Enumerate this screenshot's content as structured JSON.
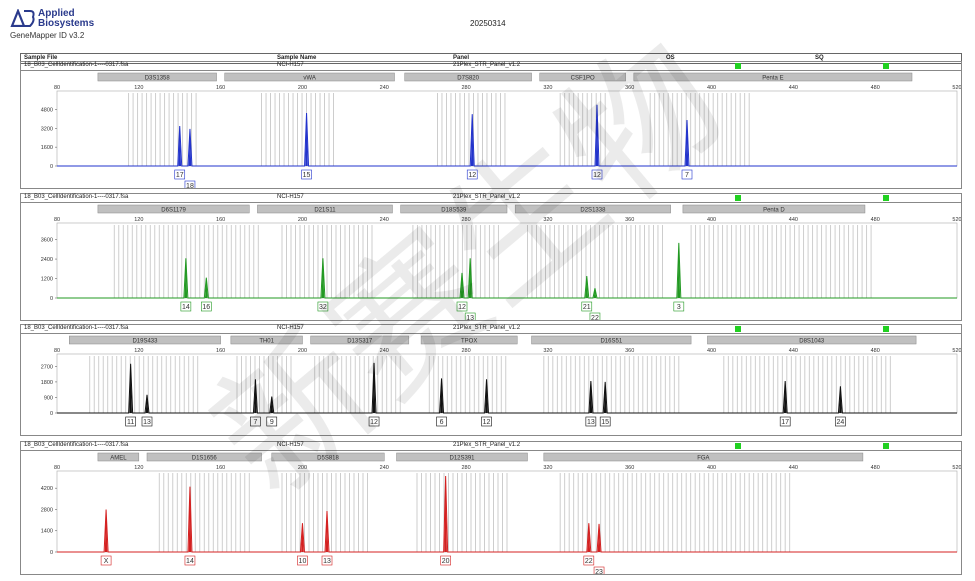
{
  "header": {
    "brand_line1": "Applied",
    "brand_line2": "Biosystems",
    "subtitle": "GeneMapper ID v3.2",
    "date": "20250314"
  },
  "table_header": {
    "col_sample_file": "Sample File",
    "col_sample_name": "Sample Name",
    "col_panel": "Panel",
    "col_os": "OS",
    "col_sq": "SQ"
  },
  "watermark": "新赛生物",
  "colors": {
    "blue": "#2233cc",
    "green": "#229922",
    "black": "#111111",
    "red": "#d42020",
    "quality_box": "#21d021",
    "bin": "#c8c8c8",
    "locus_bar": "#c0c0c0"
  },
  "chart_data": [
    {
      "type": "line",
      "name": "",
      "sample_file": "18_B03_CellIdentification-1----0317.fsa",
      "sample_name": "NCI-H157",
      "panel": "21Plex_STR_Panel_v1.2",
      "dye_color": "#2233cc",
      "x_range": [
        80,
        520
      ],
      "x_ticks": [
        80,
        120,
        160,
        200,
        240,
        280,
        320,
        360,
        400,
        440,
        480,
        520
      ],
      "y_range": [
        0,
        6200
      ],
      "y_ticks": [
        0,
        1600,
        3200,
        4800
      ],
      "loci": [
        {
          "name": "D3S1358",
          "start": 100,
          "end": 158
        },
        {
          "name": "vWA",
          "start": 162,
          "end": 245
        },
        {
          "name": "D7S820",
          "start": 250,
          "end": 312
        },
        {
          "name": "CSF1PO",
          "start": 316,
          "end": 358
        },
        {
          "name": "Penta E",
          "start": 362,
          "end": 498
        }
      ],
      "peaks": [
        {
          "x": 140,
          "h": 3400,
          "label": "17"
        },
        {
          "x": 145,
          "h": 3150,
          "label": "18"
        },
        {
          "x": 202,
          "h": 4500,
          "label": "15"
        },
        {
          "x": 283,
          "h": 4400,
          "label": "12"
        },
        {
          "x": 344,
          "h": 5200,
          "label": "12"
        },
        {
          "x": 388,
          "h": 3900,
          "label": "7"
        }
      ],
      "bins": [
        [
          115,
          150
        ],
        [
          180,
          216
        ],
        [
          266,
          300
        ],
        [
          326,
          348
        ],
        [
          370,
          420
        ]
      ]
    },
    {
      "type": "line",
      "name": "",
      "sample_file": "18_B03_CellIdentification-1----0317.fsa",
      "sample_name": "NCI-H157",
      "panel": "21Plex_STR_Panel_v1.2",
      "dye_color": "#229922",
      "x_range": [
        80,
        520
      ],
      "x_ticks": [
        80,
        120,
        160,
        200,
        240,
        280,
        320,
        360,
        400,
        440,
        480,
        520
      ],
      "y_range": [
        0,
        4500
      ],
      "y_ticks": [
        0,
        1200,
        2400,
        3600
      ],
      "loci": [
        {
          "name": "D6S1179",
          "start": 100,
          "end": 174
        },
        {
          "name": "D21S11",
          "start": 178,
          "end": 244
        },
        {
          "name": "D18S539",
          "start": 248,
          "end": 300
        },
        {
          "name": "D2S1338",
          "start": 304,
          "end": 380
        },
        {
          "name": "Penta D",
          "start": 386,
          "end": 475
        }
      ],
      "peaks": [
        {
          "x": 143,
          "h": 2450,
          "label": "14"
        },
        {
          "x": 153,
          "h": 1250,
          "label": "16"
        },
        {
          "x": 210,
          "h": 2450,
          "label": "32"
        },
        {
          "x": 278,
          "h": 1550,
          "label": "12"
        },
        {
          "x": 282,
          "h": 2450,
          "label": "13"
        },
        {
          "x": 339,
          "h": 1350,
          "label": "21"
        },
        {
          "x": 343,
          "h": 600,
          "label": "22"
        },
        {
          "x": 384,
          "h": 3400,
          "label": "3"
        }
      ],
      "bins": [
        [
          108,
          180
        ],
        [
          190,
          236
        ],
        [
          254,
          296
        ],
        [
          310,
          378
        ],
        [
          390,
          478
        ]
      ]
    },
    {
      "type": "line",
      "name": "",
      "sample_file": "18_B03_CellIdentification-1----0317.fsa",
      "sample_name": "NCI-H157",
      "panel": "21Plex_STR_Panel_v1.2",
      "dye_color": "#111111",
      "x_range": [
        80,
        520
      ],
      "x_ticks": [
        80,
        120,
        160,
        200,
        240,
        280,
        320,
        360,
        400,
        440,
        480,
        520
      ],
      "y_range": [
        0,
        3300
      ],
      "y_ticks": [
        0,
        900,
        1800,
        2700
      ],
      "loci": [
        {
          "name": "D19S433",
          "start": 86,
          "end": 160
        },
        {
          "name": "TH01",
          "start": 165,
          "end": 200
        },
        {
          "name": "D13S317",
          "start": 204,
          "end": 252
        },
        {
          "name": "TPOX",
          "start": 258,
          "end": 305
        },
        {
          "name": "D16S51",
          "start": 312,
          "end": 390
        },
        {
          "name": "D8S1043",
          "start": 398,
          "end": 500
        }
      ],
      "peaks": [
        {
          "x": 116,
          "h": 2850,
          "label": "11"
        },
        {
          "x": 124,
          "h": 1050,
          "label": "13"
        },
        {
          "x": 177,
          "h": 1950,
          "label": "7"
        },
        {
          "x": 185,
          "h": 950,
          "label": "9"
        },
        {
          "x": 235,
          "h": 2900,
          "label": "12"
        },
        {
          "x": 268,
          "h": 2000,
          "label": "6"
        },
        {
          "x": 290,
          "h": 1950,
          "label": "12"
        },
        {
          "x": 341,
          "h": 1850,
          "label": "13"
        },
        {
          "x": 348,
          "h": 1800,
          "label": "15"
        },
        {
          "x": 436,
          "h": 1850,
          "label": "17"
        },
        {
          "x": 463,
          "h": 1550,
          "label": "24"
        }
      ],
      "bins": [
        [
          96,
          150
        ],
        [
          168,
          196
        ],
        [
          206,
          248
        ],
        [
          262,
          300
        ],
        [
          318,
          386
        ],
        [
          406,
          488
        ]
      ]
    },
    {
      "type": "line",
      "name": "",
      "sample_file": "18_B03_CellIdentification-1----0317.fsa",
      "sample_name": "NCI-H157",
      "panel": "21Plex_STR_Panel_v1.2",
      "dye_color": "#d42020",
      "x_range": [
        80,
        520
      ],
      "x_ticks": [
        80,
        120,
        160,
        200,
        240,
        280,
        320,
        360,
        400,
        440,
        480,
        520
      ],
      "y_range": [
        0,
        5200
      ],
      "y_ticks": [
        0,
        1400,
        2800,
        4200
      ],
      "loci": [
        {
          "name": "AMEL",
          "start": 100,
          "end": 120
        },
        {
          "name": "D1S1656",
          "start": 124,
          "end": 180
        },
        {
          "name": "D5S818",
          "start": 185,
          "end": 240
        },
        {
          "name": "D12S391",
          "start": 246,
          "end": 310
        },
        {
          "name": "FGA",
          "start": 318,
          "end": 474
        }
      ],
      "peaks": [
        {
          "x": 104,
          "h": 2800,
          "label": "X"
        },
        {
          "x": 145,
          "h": 4300,
          "label": "14"
        },
        {
          "x": 200,
          "h": 1900,
          "label": "10"
        },
        {
          "x": 212,
          "h": 2700,
          "label": "13"
        },
        {
          "x": 270,
          "h": 5000,
          "label": "20"
        },
        {
          "x": 340,
          "h": 1900,
          "label": "22"
        },
        {
          "x": 345,
          "h": 1850,
          "label": "23"
        }
      ],
      "bins": [
        [
          130,
          176
        ],
        [
          190,
          232
        ],
        [
          256,
          302
        ],
        [
          326,
          440
        ]
      ]
    }
  ]
}
